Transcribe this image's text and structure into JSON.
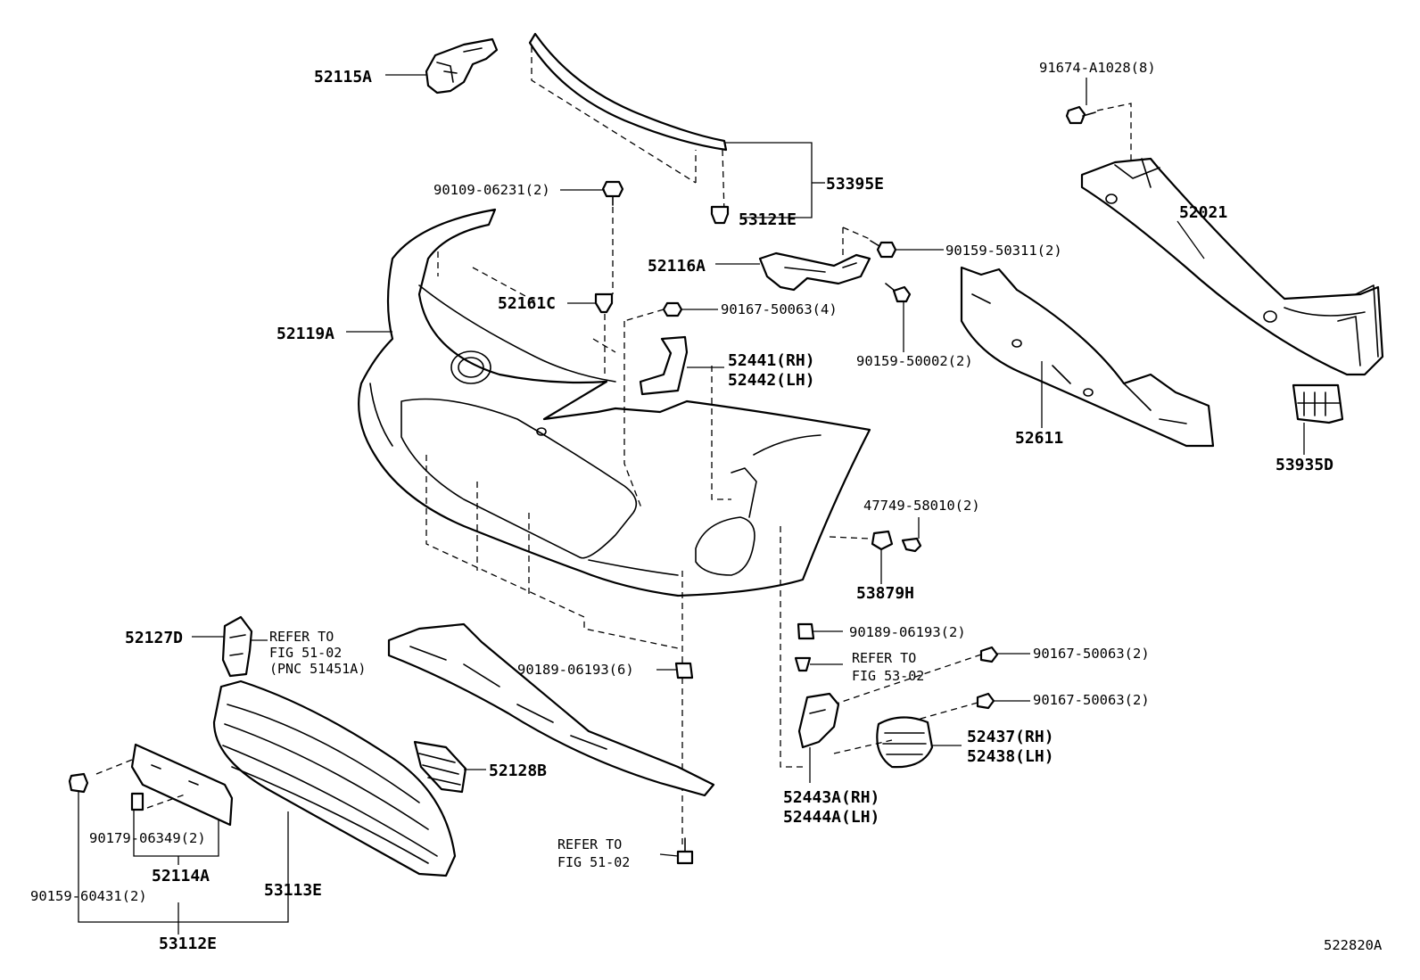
{
  "labels": {
    "p52115A": "52115A",
    "p53395E": "53395E",
    "p53121E": "53121E",
    "p90109": "90109-06231(2)",
    "p52116A": "52116A",
    "p90159_50311": "90159-50311(2)",
    "p52161C": "52161C",
    "p90167_4": "90167-50063(4)",
    "p52119A": "52119A",
    "p52441": "52441(RH)",
    "p52442": "52442(LH)",
    "p90159_50002": "90159-50002(2)",
    "p91674": "91674-A1028(8)",
    "p52021": "52021",
    "p52611": "52611",
    "p53935D": "53935D",
    "p47749": "47749-58010(2)",
    "p53879H": "53879H",
    "p90189_2": "90189-06193(2)",
    "p90167_2a": "90167-50063(2)",
    "p90167_2b": "90167-50063(2)",
    "p52437": "52437(RH)",
    "p52438": "52438(LH)",
    "p52443A": "52443A(RH)",
    "p52444A": "52444A(LH)",
    "p52127D": "52127D",
    "p90189_6": "90189-06193(6)",
    "p52128B": "52128B",
    "p90179": "90179-06349(2)",
    "p52114A": "52114A",
    "p53113E": "53113E",
    "p90159_60431": "90159-60431(2)",
    "p53112E": "53112E",
    "diagram_id": "522820A"
  },
  "refs": {
    "ref1_l1": "REFER TO",
    "ref1_l2": "FIG 51-02",
    "ref1_l3": "(PNC 51451A)",
    "ref2_l1": "REFER TO",
    "ref2_l2": "FIG 53-02",
    "ref3_l1": "REFER TO",
    "ref3_l2": "FIG 51-02"
  }
}
